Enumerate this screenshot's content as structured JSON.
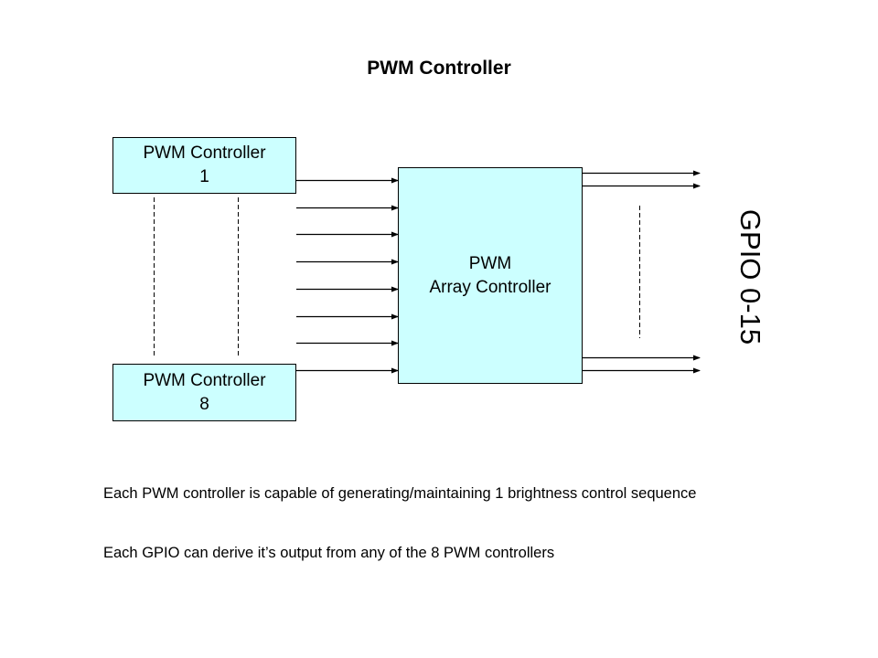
{
  "title": "PWM Controller",
  "diagram": {
    "controller_first": {
      "line1": "PWM Controller",
      "line2": "1"
    },
    "controller_last": {
      "line1": "PWM Controller",
      "line2": "8"
    },
    "array_controller": {
      "line1": "PWM",
      "line2": "Array Controller"
    },
    "output_label": "GPIO 0-15",
    "input_count": 8,
    "output_arrows_shown": 4,
    "box_fill_color": "#ccffff"
  },
  "notes": [
    "Each PWM controller is capable of generating/maintaining  1 brightness control sequence",
    "Each GPIO can derive it’s output from any of the 8 PWM controllers"
  ]
}
